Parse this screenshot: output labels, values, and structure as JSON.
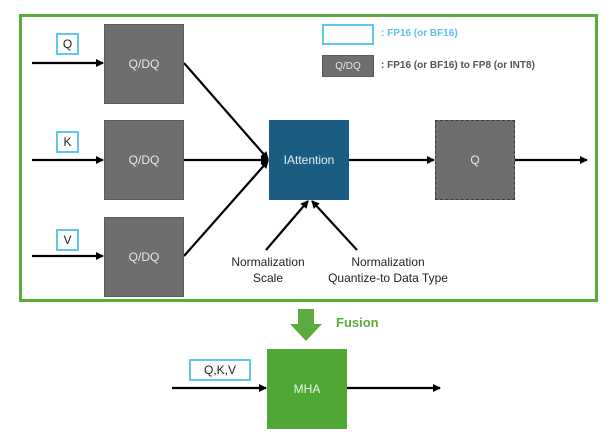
{
  "legend": {
    "fp16_label": ": FP16 (or BF16)",
    "qdq_box_label": "Q/DQ",
    "qdq_label": ": FP16 (or BF16) to FP8 (or INT8)",
    "fp16_color": "#5ec2ec",
    "qdq_color": "#6e6e6e"
  },
  "inputs": [
    {
      "label": "Q",
      "block": "Q/DQ"
    },
    {
      "label": "K",
      "block": "Q/DQ"
    },
    {
      "label": "V",
      "block": "Q/DQ"
    }
  ],
  "attention": {
    "label": "IAttention",
    "color": "#1b5d80"
  },
  "output_quant": {
    "label": "Q"
  },
  "normalization": {
    "scale_line1": "Normalization",
    "scale_line2": "Scale",
    "dtype_line1": "Normalization",
    "dtype_line2": "Quantize-to Data Type"
  },
  "fusion": {
    "label": "Fusion",
    "color": "#5aad3c"
  },
  "fused": {
    "input_label": "Q,K,V",
    "block_label": "MHA",
    "color": "#4ea833"
  }
}
